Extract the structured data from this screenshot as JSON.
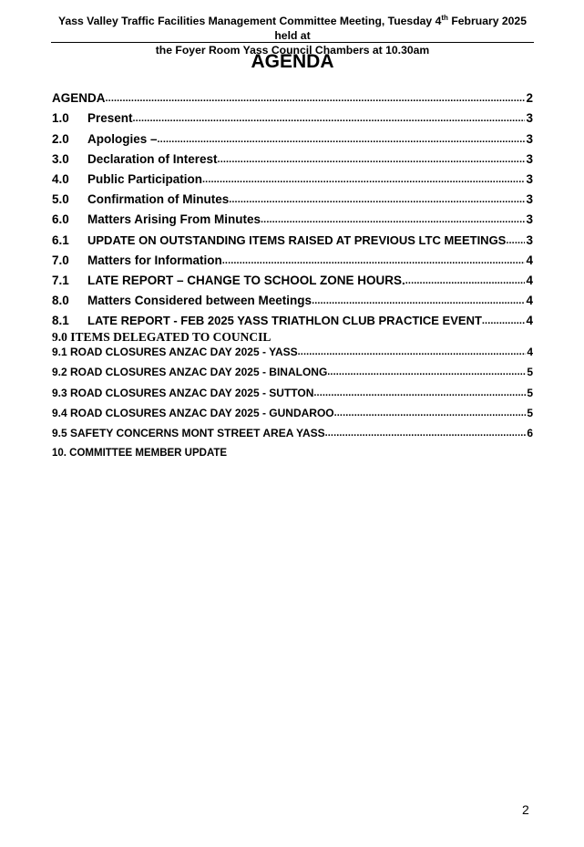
{
  "header": {
    "line1_pre": "Yass Valley Traffic Facilities Management Committee Meeting, Tuesday 4",
    "line1_sup": "th",
    "line1_post": " February 2025 held at",
    "line2": "the Foyer Room Yass Council Chambers at 10.30am"
  },
  "title": "AGENDA",
  "toc": [
    {
      "num": "",
      "text": "AGENDA",
      "page": "2"
    },
    {
      "num": "1.0",
      "text": "Present",
      "page": "3"
    },
    {
      "num": "2.0",
      "text": "Apologies –",
      "page": "3"
    },
    {
      "num": "3.0",
      "text": "Declaration of Interest",
      "page": "3"
    },
    {
      "num": "4.0",
      "text": "Public Participation",
      "page": "3"
    },
    {
      "num": "5.0",
      "text": "Confirmation of Minutes",
      "page": "3"
    },
    {
      "num": "6.0",
      "text": "Matters Arising From Minutes",
      "page": "3"
    },
    {
      "num": "6.1",
      "text": "UPDATE ON OUTSTANDING ITEMS RAISED AT PREVIOUS LTC MEETINGS",
      "page": "3"
    },
    {
      "num": "7.0",
      "text": "Matters for Information",
      "page": "4"
    },
    {
      "num": "7.1",
      "text": "LATE REPORT – CHANGE TO SCHOOL ZONE HOURS.",
      "page": "4"
    },
    {
      "num": "8.0",
      "text": "Matters Considered between Meetings",
      "page": "4"
    },
    {
      "num": "8.1",
      "text": "LATE REPORT - FEB 2025 YASS TRIATHLON CLUB PRACTICE EVENT",
      "page": "4"
    }
  ],
  "section9_heading": "9.0 ITEMS DELEGATED TO COUNCIL",
  "toc2": [
    {
      "text": "9.1 ROAD CLOSURES ANZAC DAY 2025 - YASS",
      "page": "4"
    },
    {
      "text": "9.2 ROAD CLOSURES ANZAC DAY 2025 - BINALONG",
      "page": "5"
    },
    {
      "text": "9.3 ROAD CLOSURES ANZAC DAY 2025 - SUTTON",
      "page": "5"
    },
    {
      "text": "9.4 ROAD CLOSURES ANZAC DAY 2025 - GUNDAROO",
      "page": "5"
    },
    {
      "text": "9.5 SAFETY CONCERNS MONT STREET AREA YASS",
      "page": "6"
    }
  ],
  "section10": "10. COMMITTEE MEMBER UPDATE",
  "page_number": "2"
}
